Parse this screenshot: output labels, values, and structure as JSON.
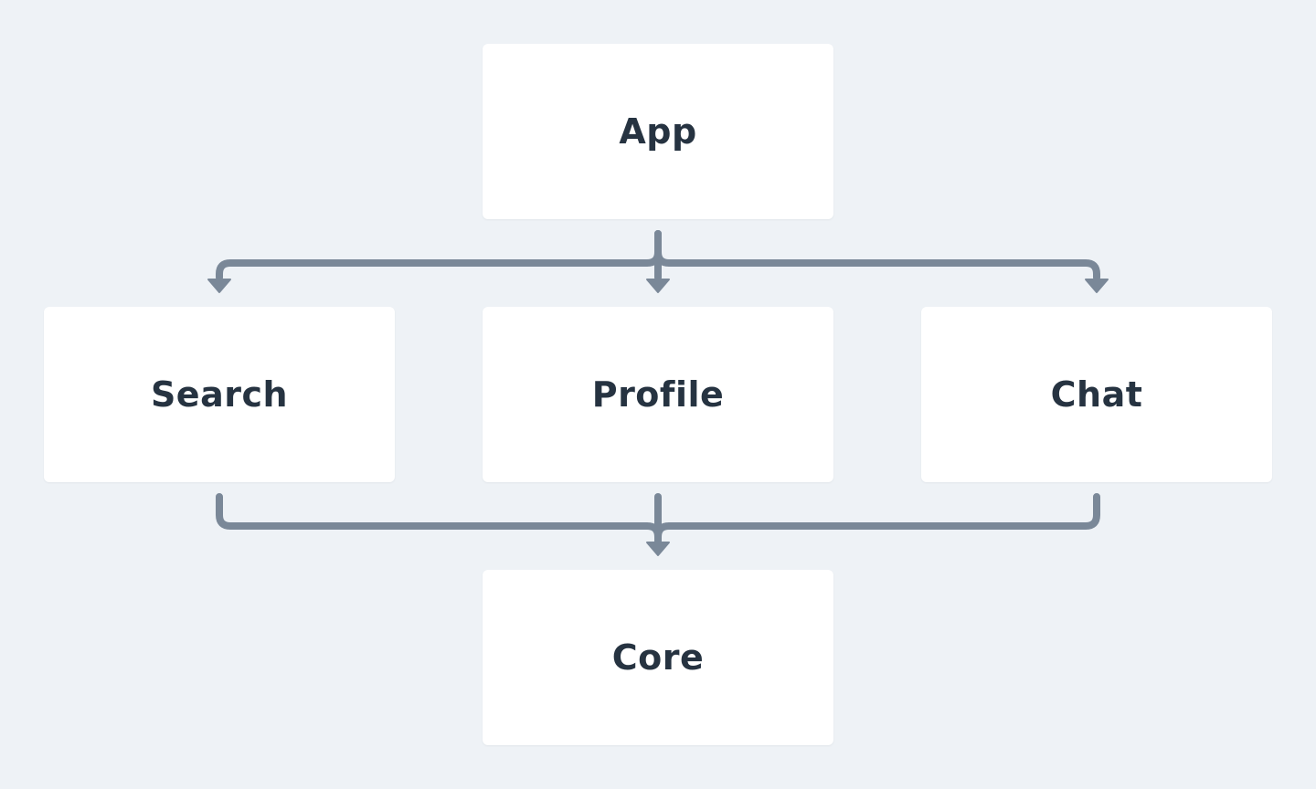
{
  "diagram": {
    "nodes": {
      "app": "App",
      "search": "Search",
      "profile": "Profile",
      "chat": "Chat",
      "core": "Core"
    },
    "edges": [
      {
        "from": "App",
        "to": "Search"
      },
      {
        "from": "App",
        "to": "Profile"
      },
      {
        "from": "App",
        "to": "Chat"
      },
      {
        "from": "Search",
        "to": "Core"
      },
      {
        "from": "Profile",
        "to": "Core"
      },
      {
        "from": "Chat",
        "to": "Core"
      }
    ],
    "colors": {
      "background": "#eef2f6",
      "node_fill": "#ffffff",
      "node_text": "#263341",
      "connector": "#7a8898"
    }
  }
}
